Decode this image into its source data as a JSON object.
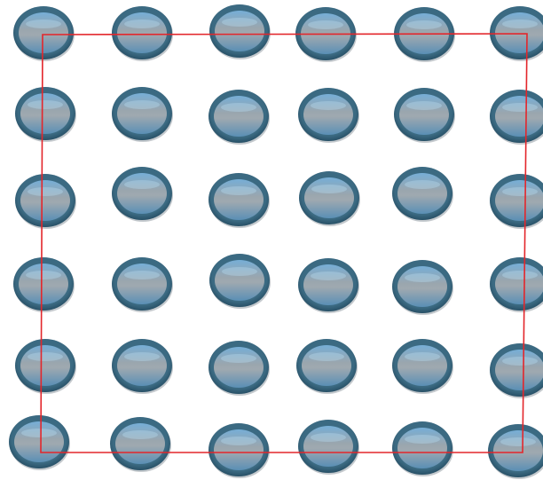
{
  "grid": {
    "rows": 6,
    "columns": 6,
    "element_icon": "blue-ellipse-disc-icon"
  },
  "outline": {
    "shape": "quadrilateral",
    "corner_count": 4
  },
  "colors": {
    "background": "#ffffff",
    "disc_rim": "#1f4459",
    "disc_rim_highlight": "#3b6a82",
    "disc_top": "#76aed6",
    "disc_middle": "#9fa9b0",
    "disc_bottom": "#5a8fb5",
    "outline_stroke": "#e3262b"
  }
}
